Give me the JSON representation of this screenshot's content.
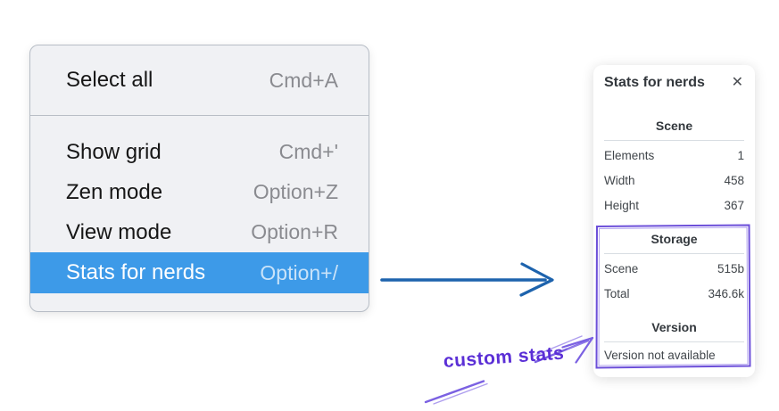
{
  "menu": {
    "sections": [
      {
        "items": [
          {
            "label": "Select all",
            "shortcut": "Cmd+A"
          }
        ]
      },
      {
        "items": [
          {
            "label": "Show grid",
            "shortcut": "Cmd+'"
          },
          {
            "label": "Zen mode",
            "shortcut": "Option+Z"
          },
          {
            "label": "View mode",
            "shortcut": "Option+R"
          },
          {
            "label": "Stats for nerds",
            "shortcut": "Option+/",
            "highlighted": true
          }
        ]
      }
    ]
  },
  "panel": {
    "title": "Stats for nerds",
    "close_icon": "✕",
    "scene": {
      "heading": "Scene",
      "rows": [
        {
          "label": "Elements",
          "value": "1"
        },
        {
          "label": "Width",
          "value": "458"
        },
        {
          "label": "Height",
          "value": "367"
        }
      ]
    },
    "storage": {
      "heading": "Storage",
      "rows": [
        {
          "label": "Scene",
          "value": "515b"
        },
        {
          "label": "Total",
          "value": "346.6k"
        }
      ]
    },
    "version": {
      "heading": "Version",
      "note": "Version not available"
    }
  },
  "annotations": {
    "custom_stats": "custom stats"
  },
  "colors": {
    "menu_highlight": "#3d9ae8",
    "blue_arrow": "#1d63ad",
    "purple_stroke": "#6c4fd9",
    "purple_text": "#5b2fd6"
  }
}
